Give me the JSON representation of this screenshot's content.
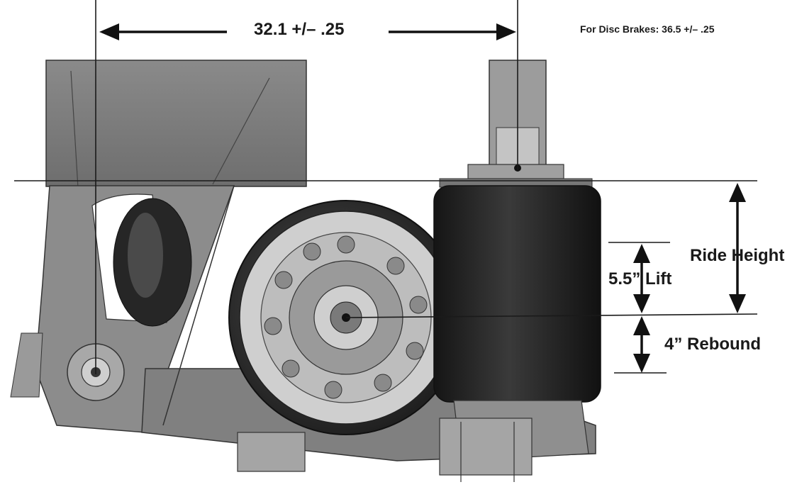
{
  "dimensions": {
    "pivot_to_axle": "32.1 +/– .25",
    "disc_brake_note": "For Disc Brakes: 36.5 +/– .25",
    "ride_height": "Ride Height",
    "lift": "5.5” Lift",
    "rebound": "4” Rebound"
  },
  "colors": {
    "line": "#1a1a1a",
    "frame": "#7d7d7d",
    "frame_dark": "#5e5e5e",
    "tire": "#2a2a2a",
    "hub": "#b8b8b8",
    "airbag": "#1f1f1f"
  },
  "icons": [
    "dimension-arrow",
    "suspension-assembly"
  ]
}
